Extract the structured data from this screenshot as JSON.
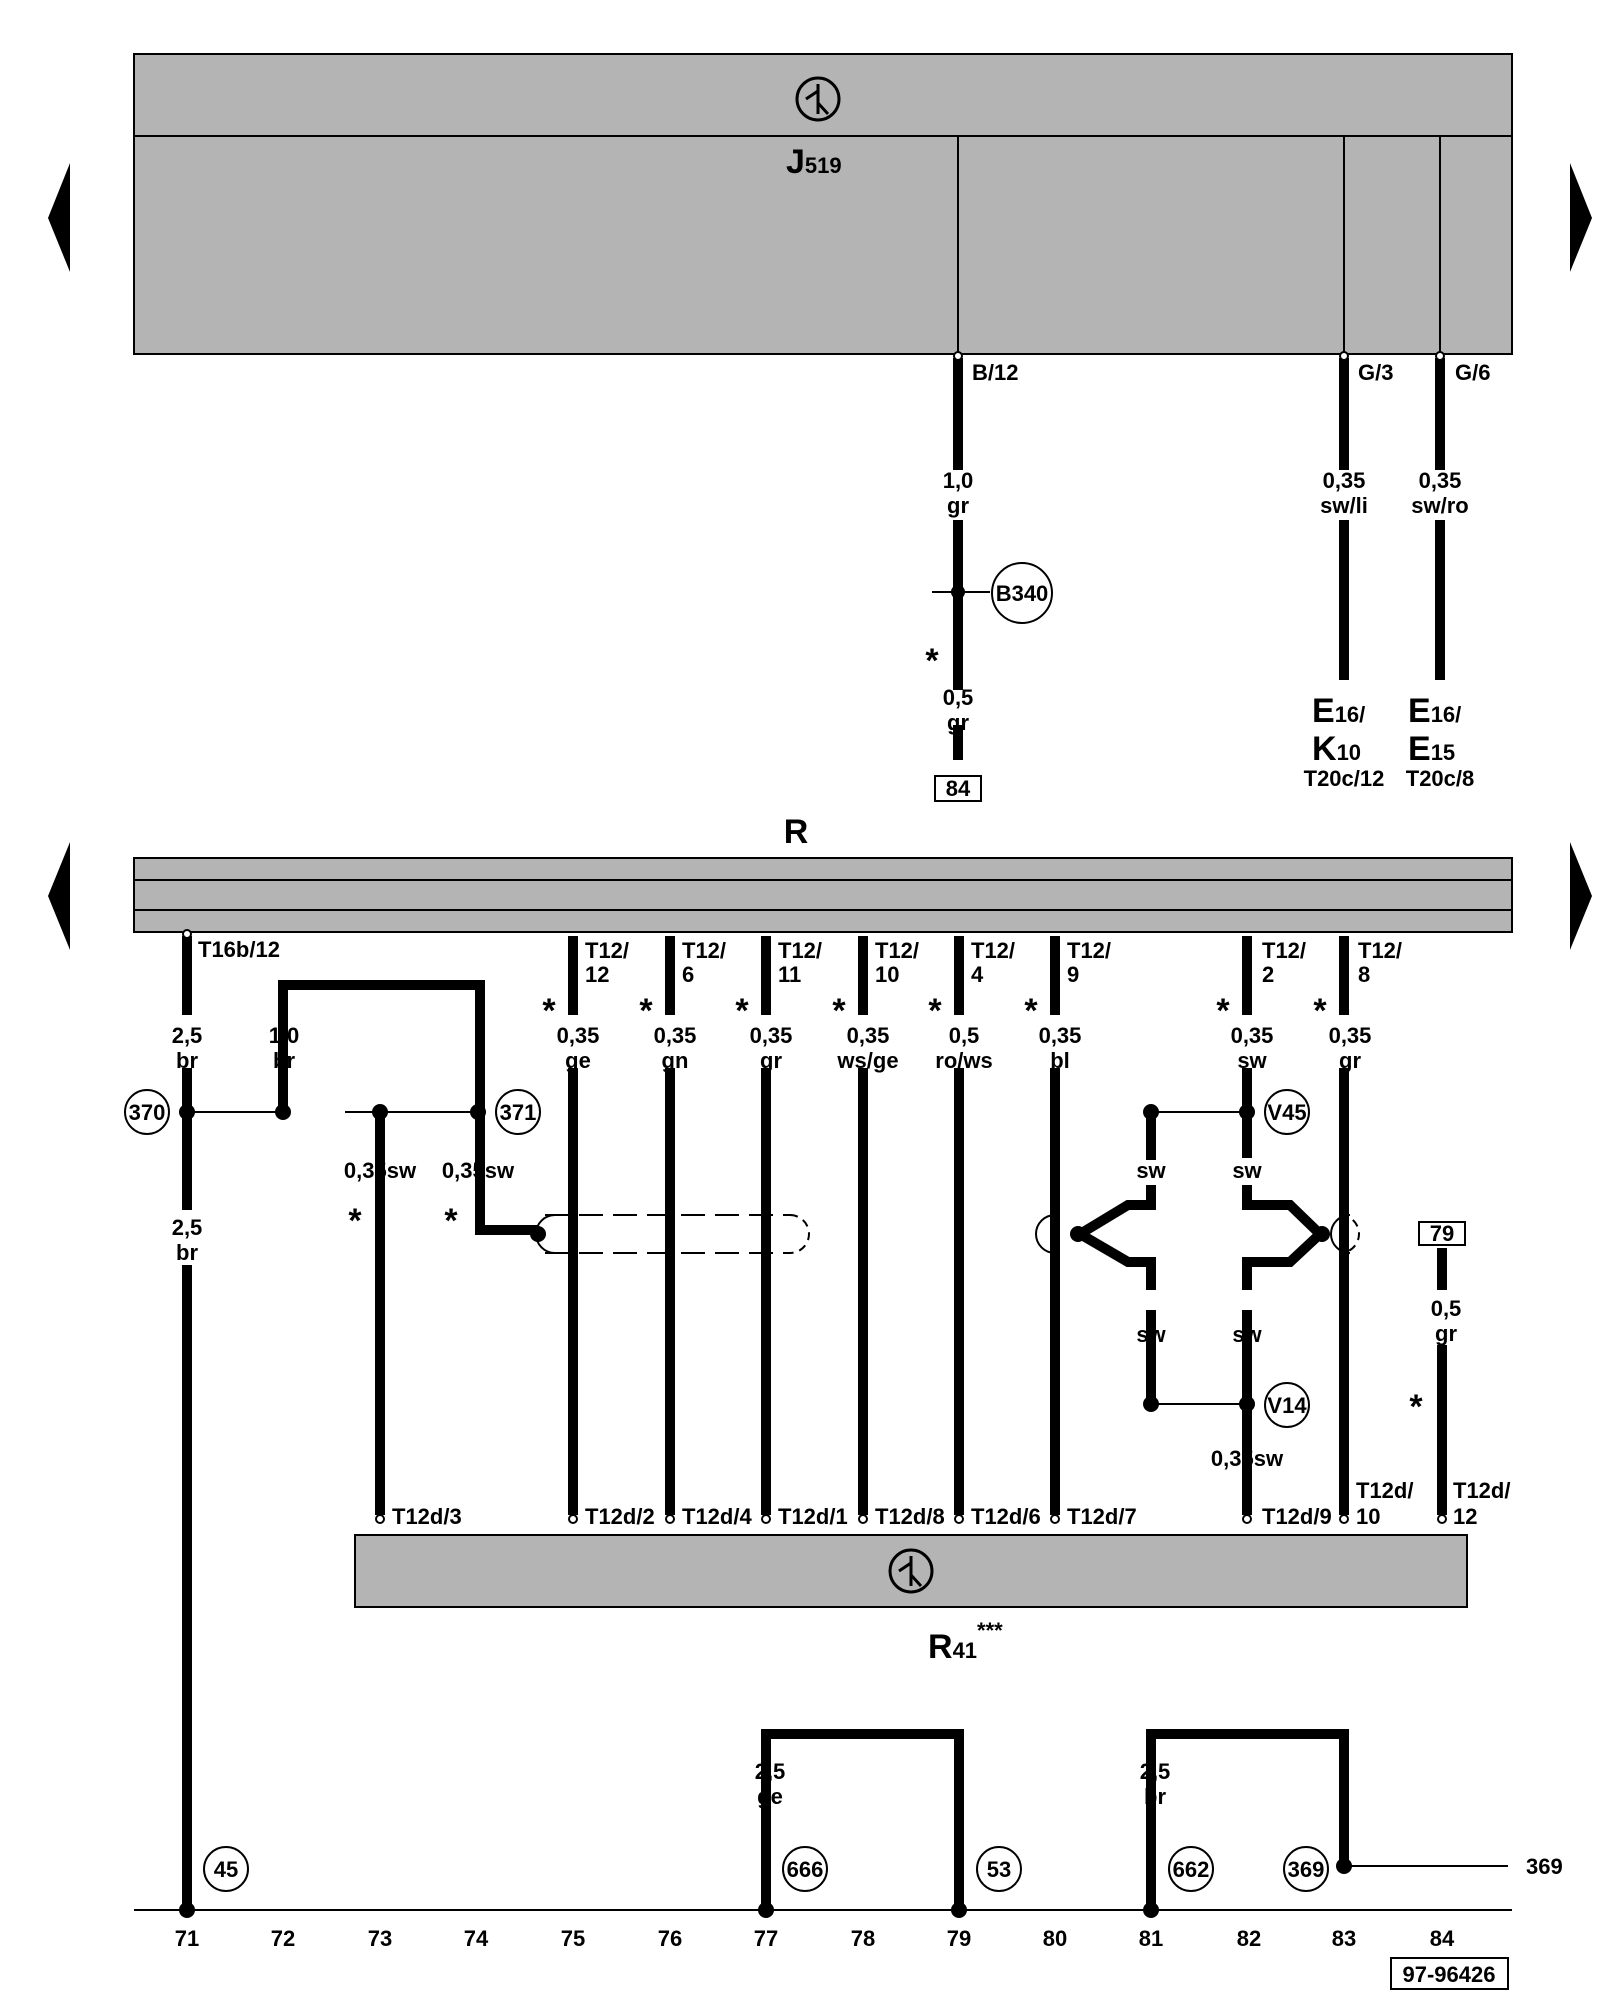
{
  "control_unit_top": {
    "symbol": "control-unit-symbol",
    "name_main": "J",
    "name_sub": "519"
  },
  "radio_unit": {
    "name": "R"
  },
  "amplifier": {
    "name_main": "R",
    "name_sub": "41",
    "footnote": "***"
  },
  "nav": {
    "prev": "page-prev-arrow",
    "next": "page-next-arrow"
  },
  "top_section": {
    "pin_b12": "B/12",
    "pin_g3": "G/3",
    "pin_g6": "G/6",
    "wire_b12_upper": [
      "1,0",
      "gr"
    ],
    "wire_b12_lower": [
      "0,5",
      "gr"
    ],
    "connector_b340": "B340",
    "ref_84": "84",
    "wire_g3": [
      "0,35",
      "sw/li"
    ],
    "wire_g6": [
      "0,35",
      "sw/ro"
    ],
    "e16k10": {
      "l1": "E",
      "s1": "16/",
      "l2": "K",
      "s2": "10",
      "pin": "T20c/12"
    },
    "e16e15": {
      "l1": "E",
      "s1": "16/",
      "l2": "E",
      "s2": "15",
      "pin": "T20c/8"
    },
    "star": "*"
  },
  "connectors": {
    "t16b": "T16b/12",
    "t12_12": [
      "T12/",
      "12"
    ],
    "t12_6": [
      "T12/",
      "6"
    ],
    "t12_11": [
      "T12/",
      "11"
    ],
    "t12_10": [
      "T12/",
      "10"
    ],
    "t12_4": [
      "T12/",
      "4"
    ],
    "t12_9": [
      "T12/",
      "9"
    ],
    "t12_2": [
      "T12/",
      "2"
    ],
    "t12_8": [
      "T12/",
      "8"
    ],
    "t12d_3": "T12d/3",
    "t12d_2": "T12d/2",
    "t12d_4": "T12d/4",
    "t12d_1": "T12d/1",
    "t12d_8": "T12d/8",
    "t12d_6": "T12d/6",
    "t12d_7": "T12d/7",
    "t12d_9": "T12d/9",
    "t12d_10": [
      "T12d/",
      "10"
    ],
    "t12d_12": [
      "T12d/",
      "12"
    ]
  },
  "wires": {
    "c71_top": [
      "2,5",
      "br"
    ],
    "c72_top": [
      "1,0",
      "br"
    ],
    "c71_low": [
      "2,5",
      "br"
    ],
    "c73": "0,35sw",
    "c74": "0,35sw",
    "c75": [
      "0,35",
      "ge"
    ],
    "c76": [
      "0,35",
      "gn"
    ],
    "c77": [
      "0,35",
      "gr"
    ],
    "c78": [
      "0,35",
      "ws/ge"
    ],
    "c79": [
      "0,5",
      "ro/ws"
    ],
    "c80": [
      "0,35",
      "bl"
    ],
    "c82": [
      "0,35",
      "sw"
    ],
    "c83": [
      "0,35",
      "gr"
    ],
    "sw": "sw",
    "c82_low": "0,35sw",
    "c84": [
      "0,5",
      "gr"
    ],
    "ref_79": "79",
    "bot_77": [
      "2,5",
      "ge"
    ],
    "bot_81": [
      "2,5",
      "br"
    ]
  },
  "nodes": {
    "n370": "370",
    "n371": "371",
    "v45": "V45",
    "v14": "V14",
    "n45": "45",
    "n666": "666",
    "n53": "53",
    "n662": "662",
    "n369": "369",
    "ext_369": "369"
  },
  "ground_columns": [
    "71",
    "72",
    "73",
    "74",
    "75",
    "76",
    "77",
    "78",
    "79",
    "80",
    "81",
    "82",
    "83",
    "84"
  ],
  "doc_number": "97-96426"
}
